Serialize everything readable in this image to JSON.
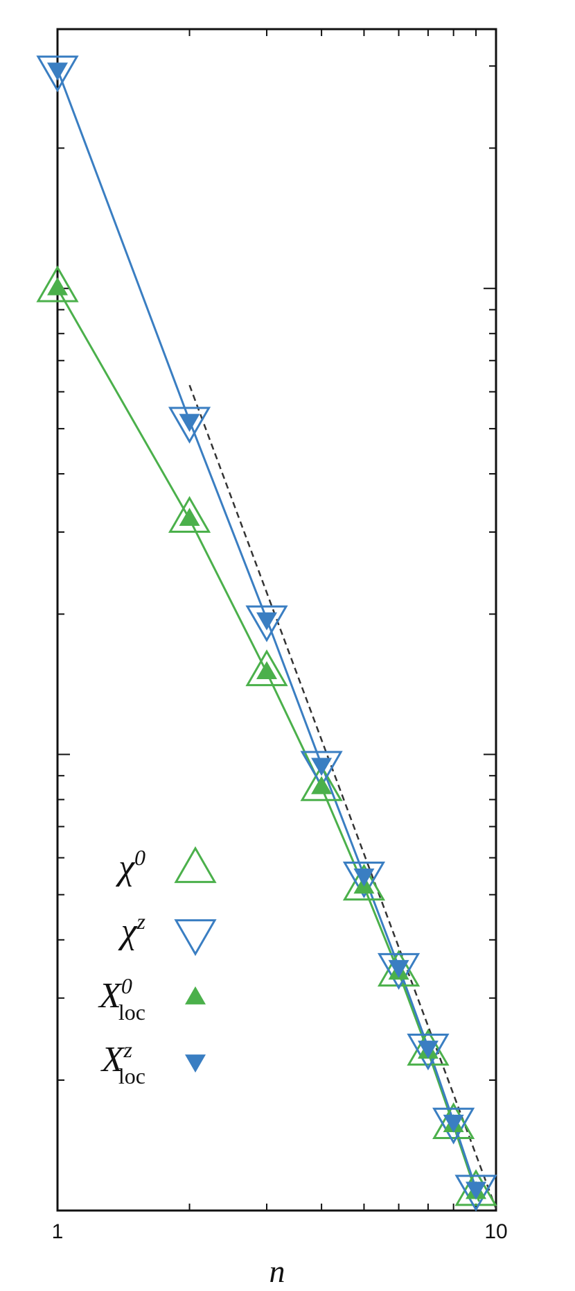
{
  "chart_data": {
    "type": "line",
    "xlabel": "n",
    "x_scale": "log",
    "y_scale": "log",
    "xlim": [
      1,
      10
    ],
    "x_tick_labels": [
      {
        "value": 1,
        "label": "1"
      },
      {
        "value": 10,
        "label": "10"
      }
    ],
    "y_tick_labels": [],
    "grid": false,
    "legend_position": "bottom-left",
    "colors": {
      "green": "#4bb04b",
      "blue": "#3a7ec2",
      "guide": "#333333"
    },
    "x": [
      1,
      2,
      3,
      4,
      5,
      6,
      7,
      8,
      9
    ],
    "series": [
      {
        "name": "χ^0",
        "label_base": "χ",
        "label_sup": "0",
        "label_sub": "",
        "marker": "open-triangle-up",
        "color": "green",
        "values": [
          1.0,
          0.32,
          0.15,
          0.085,
          0.052,
          0.034,
          0.023,
          0.016,
          0.0115
        ]
      },
      {
        "name": "χ^z",
        "label_base": "χ",
        "label_sup": "z",
        "label_sub": "",
        "marker": "open-triangle-down",
        "color": "blue",
        "values": [
          2.95,
          0.52,
          0.195,
          0.095,
          0.055,
          0.035,
          0.0235,
          0.0163,
          0.0117
        ]
      },
      {
        "name": "X^0_loc",
        "label_base": "X",
        "label_sup": "0",
        "label_sub": "loc",
        "marker": "filled-triangle-up",
        "color": "green",
        "values": [
          1.0,
          0.32,
          0.15,
          0.085,
          0.052,
          0.034,
          0.023,
          0.016,
          0.0115
        ]
      },
      {
        "name": "X^z_loc",
        "label_base": "X",
        "label_sup": "z",
        "label_sub": "loc",
        "marker": "filled-triangle-down",
        "color": "blue",
        "values": [
          2.95,
          0.52,
          0.195,
          0.095,
          0.055,
          0.035,
          0.0235,
          0.0163,
          0.0117
        ]
      }
    ],
    "guide_line": {
      "style": "dashed",
      "x": [
        2,
        10
      ],
      "y": [
        0.62,
        0.0106
      ]
    }
  }
}
